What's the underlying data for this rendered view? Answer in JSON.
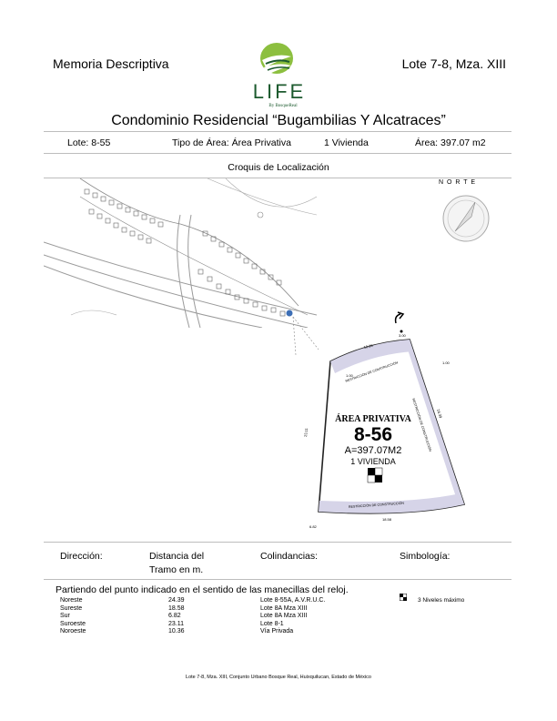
{
  "header": {
    "left_title": "Memoria Descriptiva",
    "right_title": "Lote 7-8, Mza. XIII",
    "logo_text": "LIFE",
    "logo_subtext": "By BosqueReal"
  },
  "title": "Condominio Residencial “Bugambilias Y Alcatraces”",
  "info": {
    "lote": "Lote: 8-55",
    "tipo": "Tipo de Área: Área Privativa",
    "vivienda": "1 Vivienda",
    "area": "Área: 397.07 m2"
  },
  "croquis_label": "Croquis de Localización",
  "map": {
    "north_label": "N O R T E"
  },
  "plan": {
    "heading": "ÁREA PRIVATIVA",
    "lot_number": "8-56",
    "area": "A=397.07M2",
    "vivienda": "1 VIVIENDA",
    "restriction_label": "RESTRICCIÓN DE CONSTRUCCIÓN",
    "dimensions": [
      "10.36",
      "24.39",
      "23.11",
      "6.82",
      "18.58",
      "1.00",
      "3.00"
    ]
  },
  "columns": {
    "direccion": "Dirección:",
    "distancia": "Distancia del Tramo en m.",
    "colindancias": "Colindancias:",
    "simbologia": "Simbología:"
  },
  "intro": "Partiendo del punto indicado en el sentido de las manecillas del reloj.",
  "boundaries": [
    {
      "direction": "Noreste",
      "distance": "24.39",
      "neighbor": "Lote 8-55A, A.V.R.U.C."
    },
    {
      "direction": "Sureste",
      "distance": "18.58",
      "neighbor": "Lote 8A Mza XIII"
    },
    {
      "direction": "Sur",
      "distance": "6.82",
      "neighbor": "Lote 8A Mza XIII"
    },
    {
      "direction": "Suroeste",
      "distance": "23.11",
      "neighbor": "Lote 8-1"
    },
    {
      "direction": "Noroeste",
      "distance": "10.36",
      "neighbor": "Vía Privada"
    }
  ],
  "symbology": {
    "label": "3 Niveles máximo"
  },
  "footer": "Lote 7-8, Mza. XIII, Conjunto Urbano Bosque Real, Huixquilucan, Estado de México"
}
